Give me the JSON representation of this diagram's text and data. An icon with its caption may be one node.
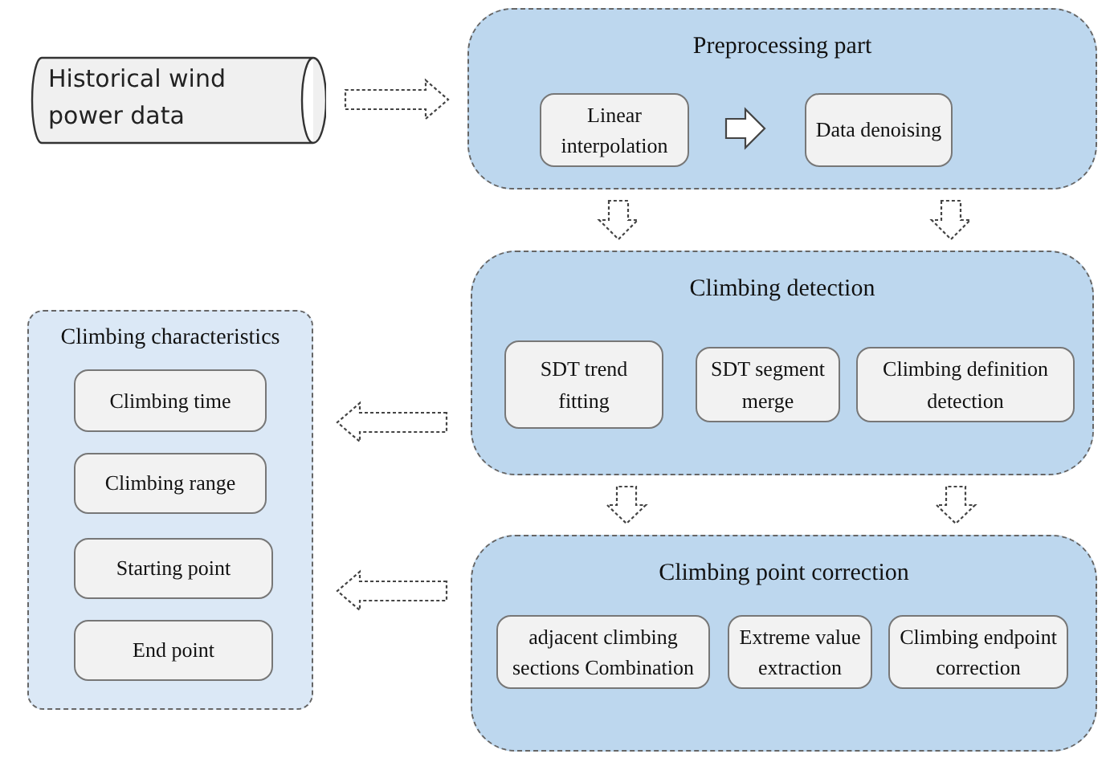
{
  "diagram": {
    "nodes": [
      {
        "text": [
          "Historical wind power data"
        ]
      },
      {
        "text": [
          "Preprocessing part"
        ]
      },
      {
        "text": [
          "Linear interpolation"
        ],
        "in": 1
      },
      {
        "text": [
          "Data denoising"
        ],
        "in": 1
      },
      {
        "text": [
          "Climbing detection"
        ]
      },
      {
        "text": [
          "SDT trend fitting"
        ],
        "in": 4
      },
      {
        "text": [
          "SDT segment merge"
        ],
        "in": 4
      },
      {
        "text": [
          "Climbing definition detection"
        ],
        "in": 4
      },
      {
        "text": [
          "Climbing point correction"
        ]
      },
      {
        "text": [
          "adjacent climbing sections Combination"
        ],
        "in": 8
      },
      {
        "text": [
          "Extreme value extraction"
        ],
        "in": 8
      },
      {
        "text": [
          "Climbing endpoint correction"
        ],
        "in": 8
      },
      {
        "text": [
          "Climbing characteristics"
        ]
      },
      {
        "text": [
          "Climbing time"
        ],
        "in": 12
      },
      {
        "text": [
          "Climbing range"
        ],
        "in": 12
      },
      {
        "text": [
          "Starting point"
        ],
        "in": 12
      },
      {
        "text": [
          "End point"
        ],
        "in": 12
      }
    ],
    "edges": [
      {
        "from": 0,
        "to": 1,
        "arrow": "to",
        "style": "dashed"
      },
      {
        "from": 2,
        "to": 3,
        "arrow": "to"
      },
      {
        "from": 1,
        "to": 4,
        "arrow": "to",
        "style": "dashed"
      },
      {
        "from": 1,
        "to": 4,
        "arrow": "to",
        "style": "dashed"
      },
      {
        "from": 4,
        "to": 8,
        "arrow": "to",
        "style": "dashed"
      },
      {
        "from": 4,
        "to": 8,
        "arrow": "to",
        "style": "dashed"
      },
      {
        "from": 4,
        "to": 12,
        "arrow": "to",
        "style": "dashed"
      },
      {
        "from": 8,
        "to": 12,
        "arrow": "to",
        "style": "dashed"
      }
    ]
  }
}
